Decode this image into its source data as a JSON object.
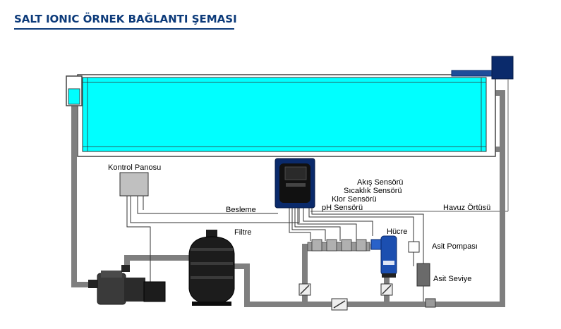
{
  "title": "SALT IONIC ÖRNEK BAĞLANTI ŞEMASI",
  "labels": {
    "kontrol_panosu": "Kontrol Panosu",
    "besleme": "Besleme",
    "filtre": "Filtre",
    "akis_sensoru": "Akış Sensörü",
    "sicaklik_sensoru": "Sıcaklık Sensörü",
    "klor_sensoru": "Klor Sensörü",
    "ph_sensoru": "pH Sensörü",
    "havuz_ortusu": "Havuz Örtüsü",
    "hucre": "Hücre",
    "asit_pompasi": "Asit Pompası",
    "asit_seviye": "Asit Seviye"
  },
  "colors": {
    "title": "#0d3b7a",
    "pool_water": "#00ffff",
    "pipe": "#808080",
    "pipe_dark": "#6e6e6e",
    "device_blue": "#0a2a6b",
    "panel_gray": "#c0c0c0"
  }
}
